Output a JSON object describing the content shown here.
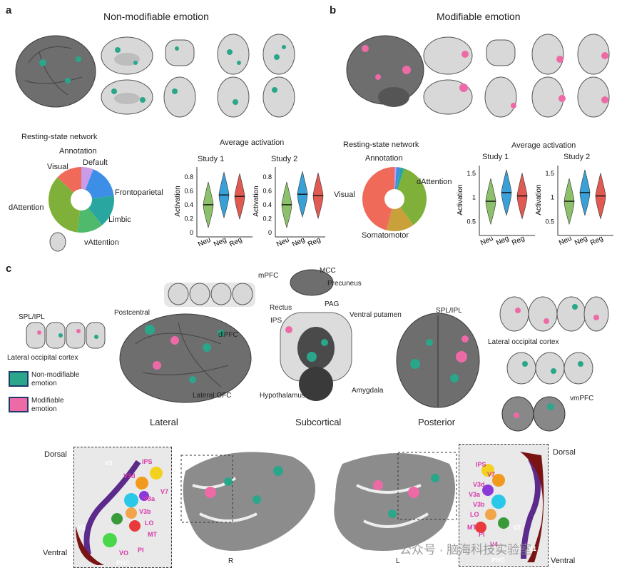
{
  "panel_letters": {
    "a": "a",
    "b": "b",
    "c": "c"
  },
  "panel_a": {
    "title": "Non-modifiable emotion",
    "network_heading": "Resting-state network",
    "annotation_heading": "Annotation",
    "pie_labels": {
      "visual": "Visual",
      "default": "Default",
      "frontoparietal": "Frontoparietal",
      "limbic": "Limbic",
      "vattention": "vAttention",
      "dattention": "dAttention"
    },
    "violin_heading": "Average activation",
    "study1": "Study 1",
    "study2": "Study 2",
    "ylabel": "Activation",
    "yticks": [
      "0.8",
      "0.6",
      "0.4",
      "0.2",
      "0"
    ],
    "xticks": [
      "Neu",
      "Neg",
      "Reg"
    ]
  },
  "panel_b": {
    "title": "Modifiable emotion",
    "network_heading": "Resting-state network",
    "annotation_heading": "Annotation",
    "pie_labels": {
      "visual": "Visual",
      "dattention": "dAttention",
      "somatomotor": "Somatomotor"
    },
    "violin_heading": "Average activation",
    "study1": "Study 1",
    "study2": "Study 2",
    "ylabel": "Activation",
    "yticks": [
      "1.5",
      "1",
      "0.5"
    ],
    "xticks": [
      "Neu",
      "Neg",
      "Reg"
    ]
  },
  "panel_c": {
    "legend_nonmod": "Non-modifiable emotion",
    "legend_mod": "Modifiable emotion",
    "lateral": "Lateral",
    "subcortical": "Subcortical",
    "posterior": "Posterior",
    "labels": {
      "spl_ipl_left": "SPL/IPL",
      "loc_left": "Lateral occipital cortex",
      "postcentral": "Postcentral",
      "dlpfc": "dlPFC",
      "lateral_ofc": "Lateral OFC",
      "mpfc": "mPFC",
      "mcc": "MCC",
      "precuneus": "Precuneus",
      "rectus": "Rectus",
      "pag": "PAG",
      "ips": "IPS",
      "ventral_putamen": "Ventral putamen",
      "hypothalamus": "Hypothalamus",
      "amygdala": "Amygdala",
      "spl_ipl_right": "SPL/IPL",
      "loc_right": "Lateral occipital cortex",
      "vmpfc": "vmPFC"
    },
    "flatmap": {
      "dorsal": "Dorsal",
      "ventral": "Ventral",
      "R": "R",
      "L": "L",
      "left_areas": [
        "V2",
        "IPS",
        "V3d",
        "V7",
        "V3a",
        "V3b",
        "LO",
        "MT",
        "V1",
        "PI",
        "VO",
        "PHC"
      ],
      "right_areas": [
        "IPS",
        "V7",
        "V3d",
        "V3a",
        "V3b",
        "LO",
        "MT",
        "PI",
        "V4",
        "V2",
        "V1",
        "PHC"
      ]
    }
  },
  "watermark": "公众号 · 脑海科技实验室",
  "pie_a": [
    {
      "name": "Visual",
      "value": 0.13,
      "color": "#f06a5a"
    },
    {
      "name": "Default",
      "value": 0.06,
      "color": "#c99be8"
    },
    {
      "name": "Frontoparietal",
      "value": 0.17,
      "color": "#3c8ee6"
    },
    {
      "name": "Limbic",
      "value": 0.16,
      "color": "#2aa6a0"
    },
    {
      "name": "vAttention",
      "value": 0.13,
      "color": "#4fba6b"
    },
    {
      "name": "dAttention",
      "value": 0.35,
      "color": "#7fb13a"
    }
  ],
  "pie_b": [
    {
      "name": "Visual",
      "value": 0.46,
      "color": "#f06a5a"
    },
    {
      "name": "Default",
      "value": 0.01,
      "color": "#c99be8"
    },
    {
      "name": "Frontoparietal",
      "value": 0.02,
      "color": "#3c8ee6"
    },
    {
      "name": "Limbic",
      "value": 0.02,
      "color": "#2aa6a0"
    },
    {
      "name": "dAttention",
      "value": 0.35,
      "color": "#7fb13a"
    },
    {
      "name": "Somatomotor",
      "value": 0.14,
      "color": "#c9a03a"
    }
  ],
  "violins": {
    "a_ylim": [
      0,
      0.9
    ],
    "b_ylim": [
      0.3,
      1.6
    ],
    "a_study1": [
      0.4,
      0.54,
      0.52
    ],
    "a_study2": [
      0.4,
      0.55,
      0.53
    ],
    "b_study1": [
      0.92,
      1.1,
      1.03
    ],
    "b_study2": [
      0.92,
      1.1,
      1.03
    ],
    "colors": [
      "#8cc06a",
      "#3aa0d8",
      "#e05a52"
    ]
  }
}
